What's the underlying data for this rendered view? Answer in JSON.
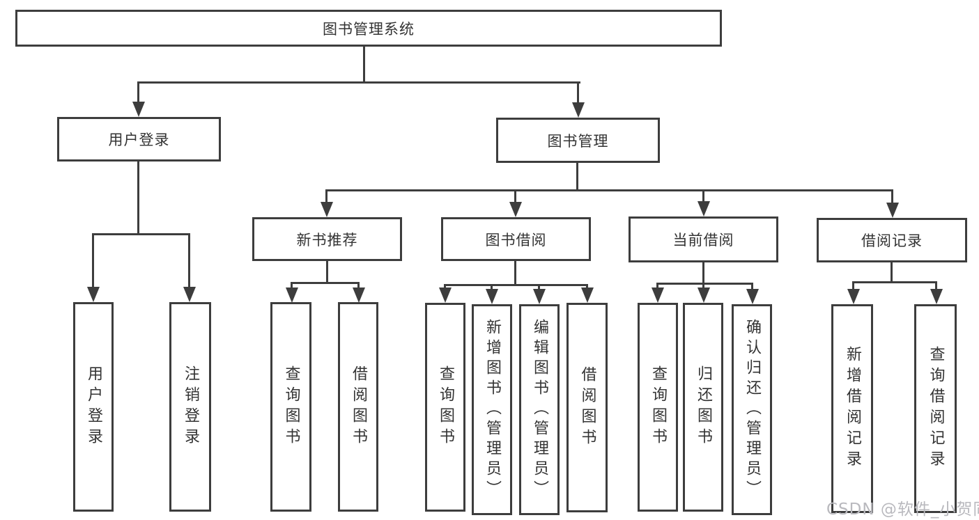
{
  "root": {
    "label": "图书管理系统"
  },
  "branches": {
    "user_login": {
      "label": "用户登录",
      "children": [
        {
          "label": "用户登录"
        },
        {
          "label": "注销登录"
        }
      ]
    },
    "book_mgmt": {
      "label": "图书管理"
    },
    "new_book": {
      "label": "新书推荐",
      "children": [
        {
          "label": "查询图书"
        },
        {
          "label": "借阅图书"
        }
      ]
    },
    "book_borrow": {
      "label": "图书借阅",
      "children": [
        {
          "label": "查询图书"
        },
        {
          "label": "新增图书（管理员）"
        },
        {
          "label": "编辑图书（管理员）"
        },
        {
          "label": "借阅图书"
        }
      ]
    },
    "current_borrow": {
      "label": "当前借阅",
      "children": [
        {
          "label": "查询图书"
        },
        {
          "label": "归还图书"
        },
        {
          "label": "确认归还（管理员）"
        }
      ]
    },
    "borrow_record": {
      "label": "借阅记录",
      "children": [
        {
          "label": "新增借阅记录"
        },
        {
          "label": "查询借阅记录"
        }
      ]
    }
  },
  "watermark": {
    "text": "CSDN @软件_小贺同学"
  },
  "colors": {
    "line": "#3d3d3d",
    "text": "#333333",
    "watermark": "#b9b9be",
    "background": "#ffffff"
  }
}
